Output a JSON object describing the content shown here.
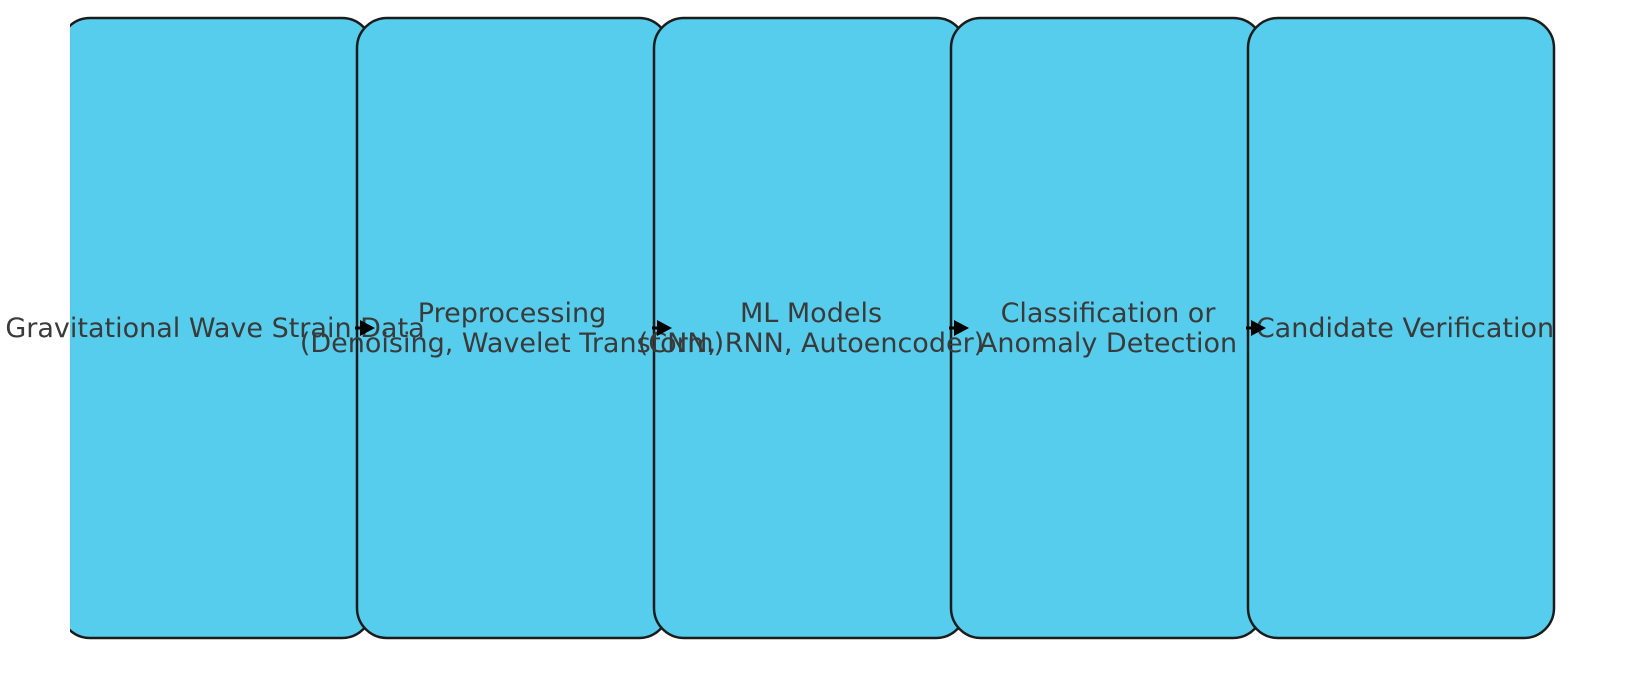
{
  "diagram": {
    "type": "flowchart",
    "direction": "left-to-right",
    "box_fill": "#56cdec",
    "box_stroke": "#1c1c1c",
    "text_color": "#3a3a3a",
    "arrow_color": "#000000",
    "nodes": [
      {
        "id": "strain-data",
        "lines": [
          "Gravitational Wave Strain Data"
        ]
      },
      {
        "id": "preprocessing",
        "lines": [
          "Preprocessing",
          "(Denoising, Wavelet Transform)"
        ]
      },
      {
        "id": "ml-models",
        "lines": [
          "ML Models",
          "(CNN, RNN, Autoencoder)"
        ]
      },
      {
        "id": "classification",
        "lines": [
          "Classification or",
          "Anomaly Detection"
        ]
      },
      {
        "id": "candidate-verification",
        "lines": [
          "Candidate Verification"
        ]
      }
    ],
    "edges": [
      {
        "from": "strain-data",
        "to": "preprocessing"
      },
      {
        "from": "preprocessing",
        "to": "ml-models"
      },
      {
        "from": "ml-models",
        "to": "classification"
      },
      {
        "from": "classification",
        "to": "candidate-verification"
      }
    ]
  }
}
